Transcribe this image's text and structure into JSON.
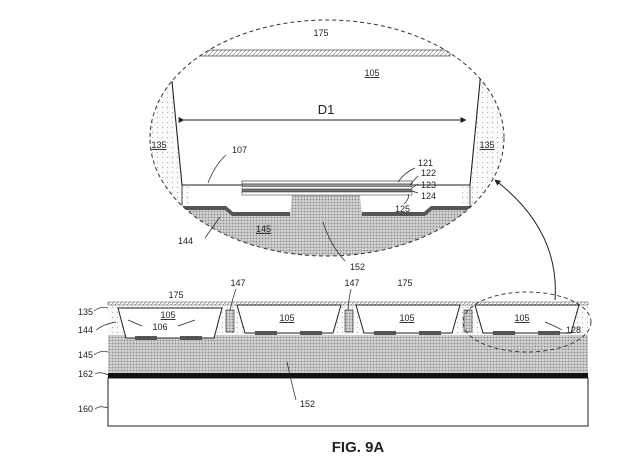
{
  "figure": {
    "title": "FIG. 9A"
  },
  "callout": {
    "labels": {
      "l175": "175",
      "l105": "105",
      "d1": "D1",
      "l135_left": "135",
      "l135_right": "135",
      "l107": "107",
      "l121": "121",
      "l122": "122",
      "l123": "123",
      "l124": "124",
      "l125": "125",
      "l144": "144",
      "l145": "145",
      "l152": "152"
    }
  },
  "cross_section": {
    "labels": {
      "l135": "135",
      "l144": "144",
      "l145": "145",
      "l162": "162",
      "l160": "160",
      "l175_a": "175",
      "l175_b": "175",
      "l147_a": "147",
      "l147_b": "147",
      "l105_1": "105",
      "l105_2": "105",
      "l105_3": "105",
      "l105_4": "105",
      "l106": "106",
      "l128": "128",
      "l152": "152"
    }
  },
  "colors": {
    "line": "#222222",
    "dot_fill": "#b9b9b9",
    "light_fill": "#f2f2f2"
  }
}
